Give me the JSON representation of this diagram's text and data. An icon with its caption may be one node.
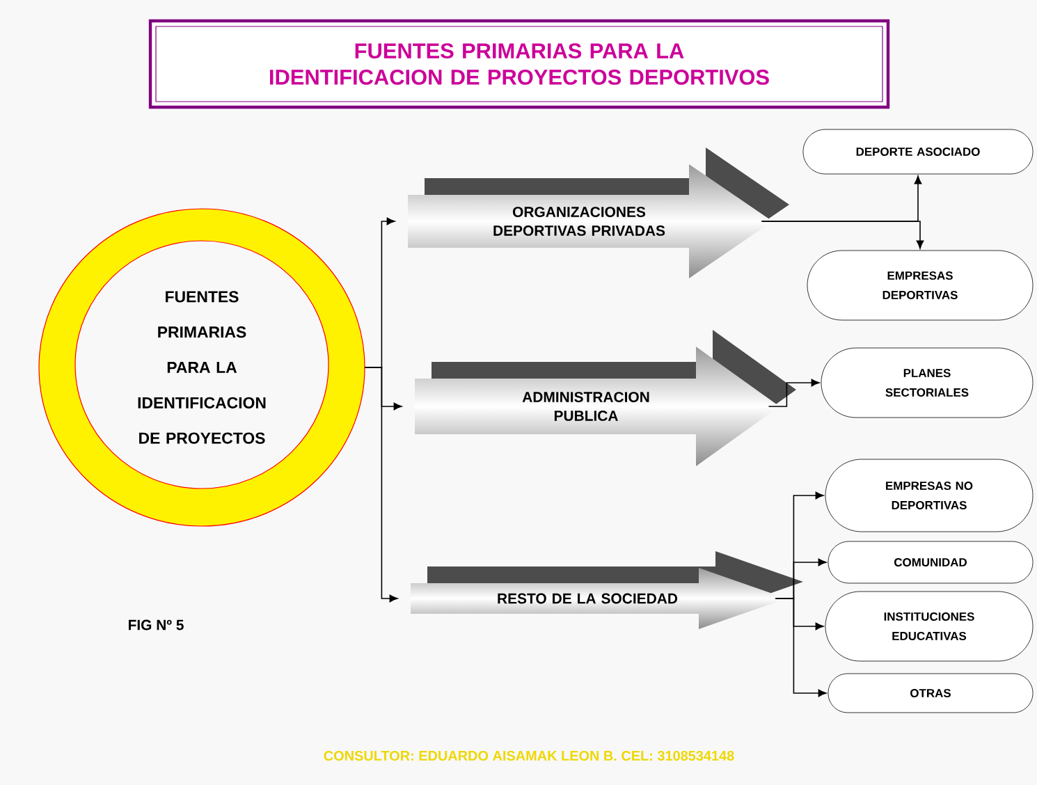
{
  "diagram": {
    "title": "FUENTES PRIMARIAS PARA LA IDENTIFICACION DE PROYECTOS DEPORTIVOS",
    "nodes": [
      {
        "text": [
          "FUENTES PRIMARIAS PARA LA IDENTIFICACION DE PROYECTOS"
        ]
      },
      {
        "text": [
          "ORGANIZACIONES DEPORTIVAS PRIVADAS"
        ]
      },
      {
        "text": [
          "ADMINISTRACION PUBLICA"
        ]
      },
      {
        "text": [
          "RESTO DE LA SOCIEDAD"
        ]
      },
      {
        "text": [
          "DEPORTE ASOCIADO"
        ]
      },
      {
        "text": [
          "EMPRESAS DEPORTIVAS"
        ]
      },
      {
        "text": [
          "PLANES SECTORIALES"
        ]
      },
      {
        "text": [
          "EMPRESAS NO DEPORTIVAS"
        ]
      },
      {
        "text": [
          "COMUNIDAD"
        ]
      },
      {
        "text": [
          "INSTITUCIONES EDUCATIVAS"
        ]
      },
      {
        "text": [
          "OTRAS"
        ]
      }
    ],
    "edges": [
      {
        "from": 0,
        "to": 1,
        "arrow": "to"
      },
      {
        "from": 0,
        "to": 2,
        "arrow": "to"
      },
      {
        "from": 0,
        "to": 3,
        "arrow": "to"
      },
      {
        "from": 1,
        "to": 4,
        "arrow": "to"
      },
      {
        "from": 1,
        "to": 5,
        "arrow": "to"
      },
      {
        "from": 2,
        "to": 6,
        "arrow": "to"
      },
      {
        "from": 3,
        "to": 7,
        "arrow": "to"
      },
      {
        "from": 3,
        "to": 8,
        "arrow": "to"
      },
      {
        "from": 3,
        "to": 9,
        "arrow": "to"
      },
      {
        "from": 3,
        "to": 10,
        "arrow": "to"
      }
    ],
    "labels": [
      "FIG Nº 5",
      "CONSULTOR: EDUARDO AISAMAK LEON B. CEL: 3108534148"
    ]
  }
}
